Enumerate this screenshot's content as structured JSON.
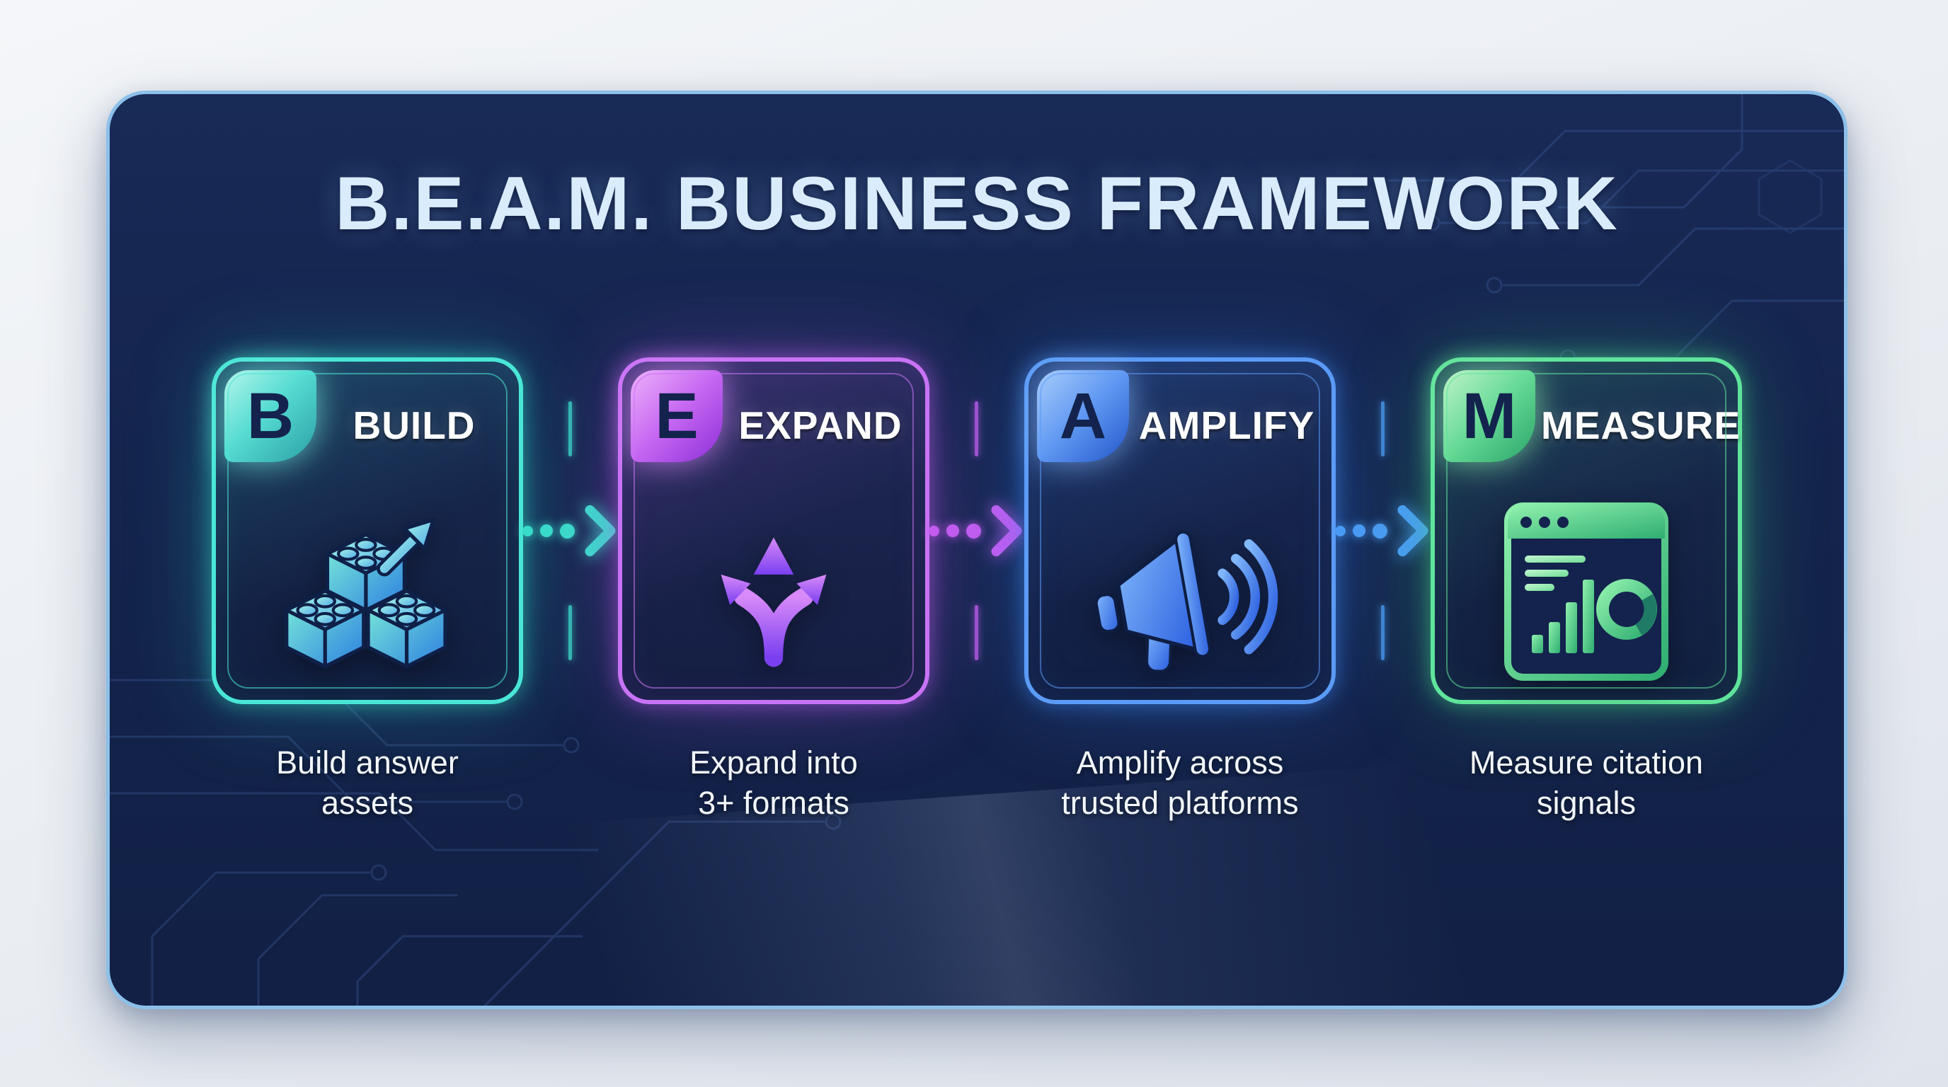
{
  "title": "B.E.A.M. BUSINESS FRAMEWORK",
  "steps": [
    {
      "letter": "B",
      "label": "BUILD",
      "caption_line1": "Build answer",
      "caption_line2": "assets",
      "icon": "building-blocks-growth-icon",
      "accent_color": "#2FD9C8",
      "badge_gradient": [
        "#B5F6EA",
        "#2B9FA6"
      ]
    },
    {
      "letter": "E",
      "label": "EXPAND",
      "caption_line1": "Expand into",
      "caption_line2": "3+ formats",
      "icon": "three-way-arrows-icon",
      "accent_color": "#BE5CF0",
      "badge_gradient": [
        "#EEB0FB",
        "#8C2FD6"
      ]
    },
    {
      "letter": "A",
      "label": "AMPLIFY",
      "caption_line1": "Amplify across",
      "caption_line2": "trusted platforms",
      "icon": "megaphone-icon",
      "accent_color": "#3D86F2",
      "badge_gradient": [
        "#A8CDFB",
        "#2356C9"
      ]
    },
    {
      "letter": "M",
      "label": "MEASURE",
      "caption_line1": "Measure citation",
      "caption_line2": "signals",
      "icon": "analytics-dashboard-icon",
      "accent_color": "#43D787",
      "badge_gradient": [
        "#C0F4C9",
        "#2AA468"
      ]
    }
  ],
  "arrows": [
    {
      "between": "build-expand",
      "style": "three-dots-chevron",
      "color": "#38DCC9"
    },
    {
      "between": "expand-amplify",
      "style": "three-dots-chevron",
      "color": "#C45CF0"
    },
    {
      "between": "amplify-measure",
      "style": "three-dots-chevron",
      "color": "#4A9AF5"
    }
  ],
  "colors": {
    "page_background": "#EDEFF3",
    "card_background": "#14244D",
    "card_border": "#8CC0EA",
    "title_text": "#D9ECFC",
    "caption_text": "#F3F7FC",
    "badge_letter": "#13234D",
    "circuit_traces": "#4B6DB0"
  }
}
